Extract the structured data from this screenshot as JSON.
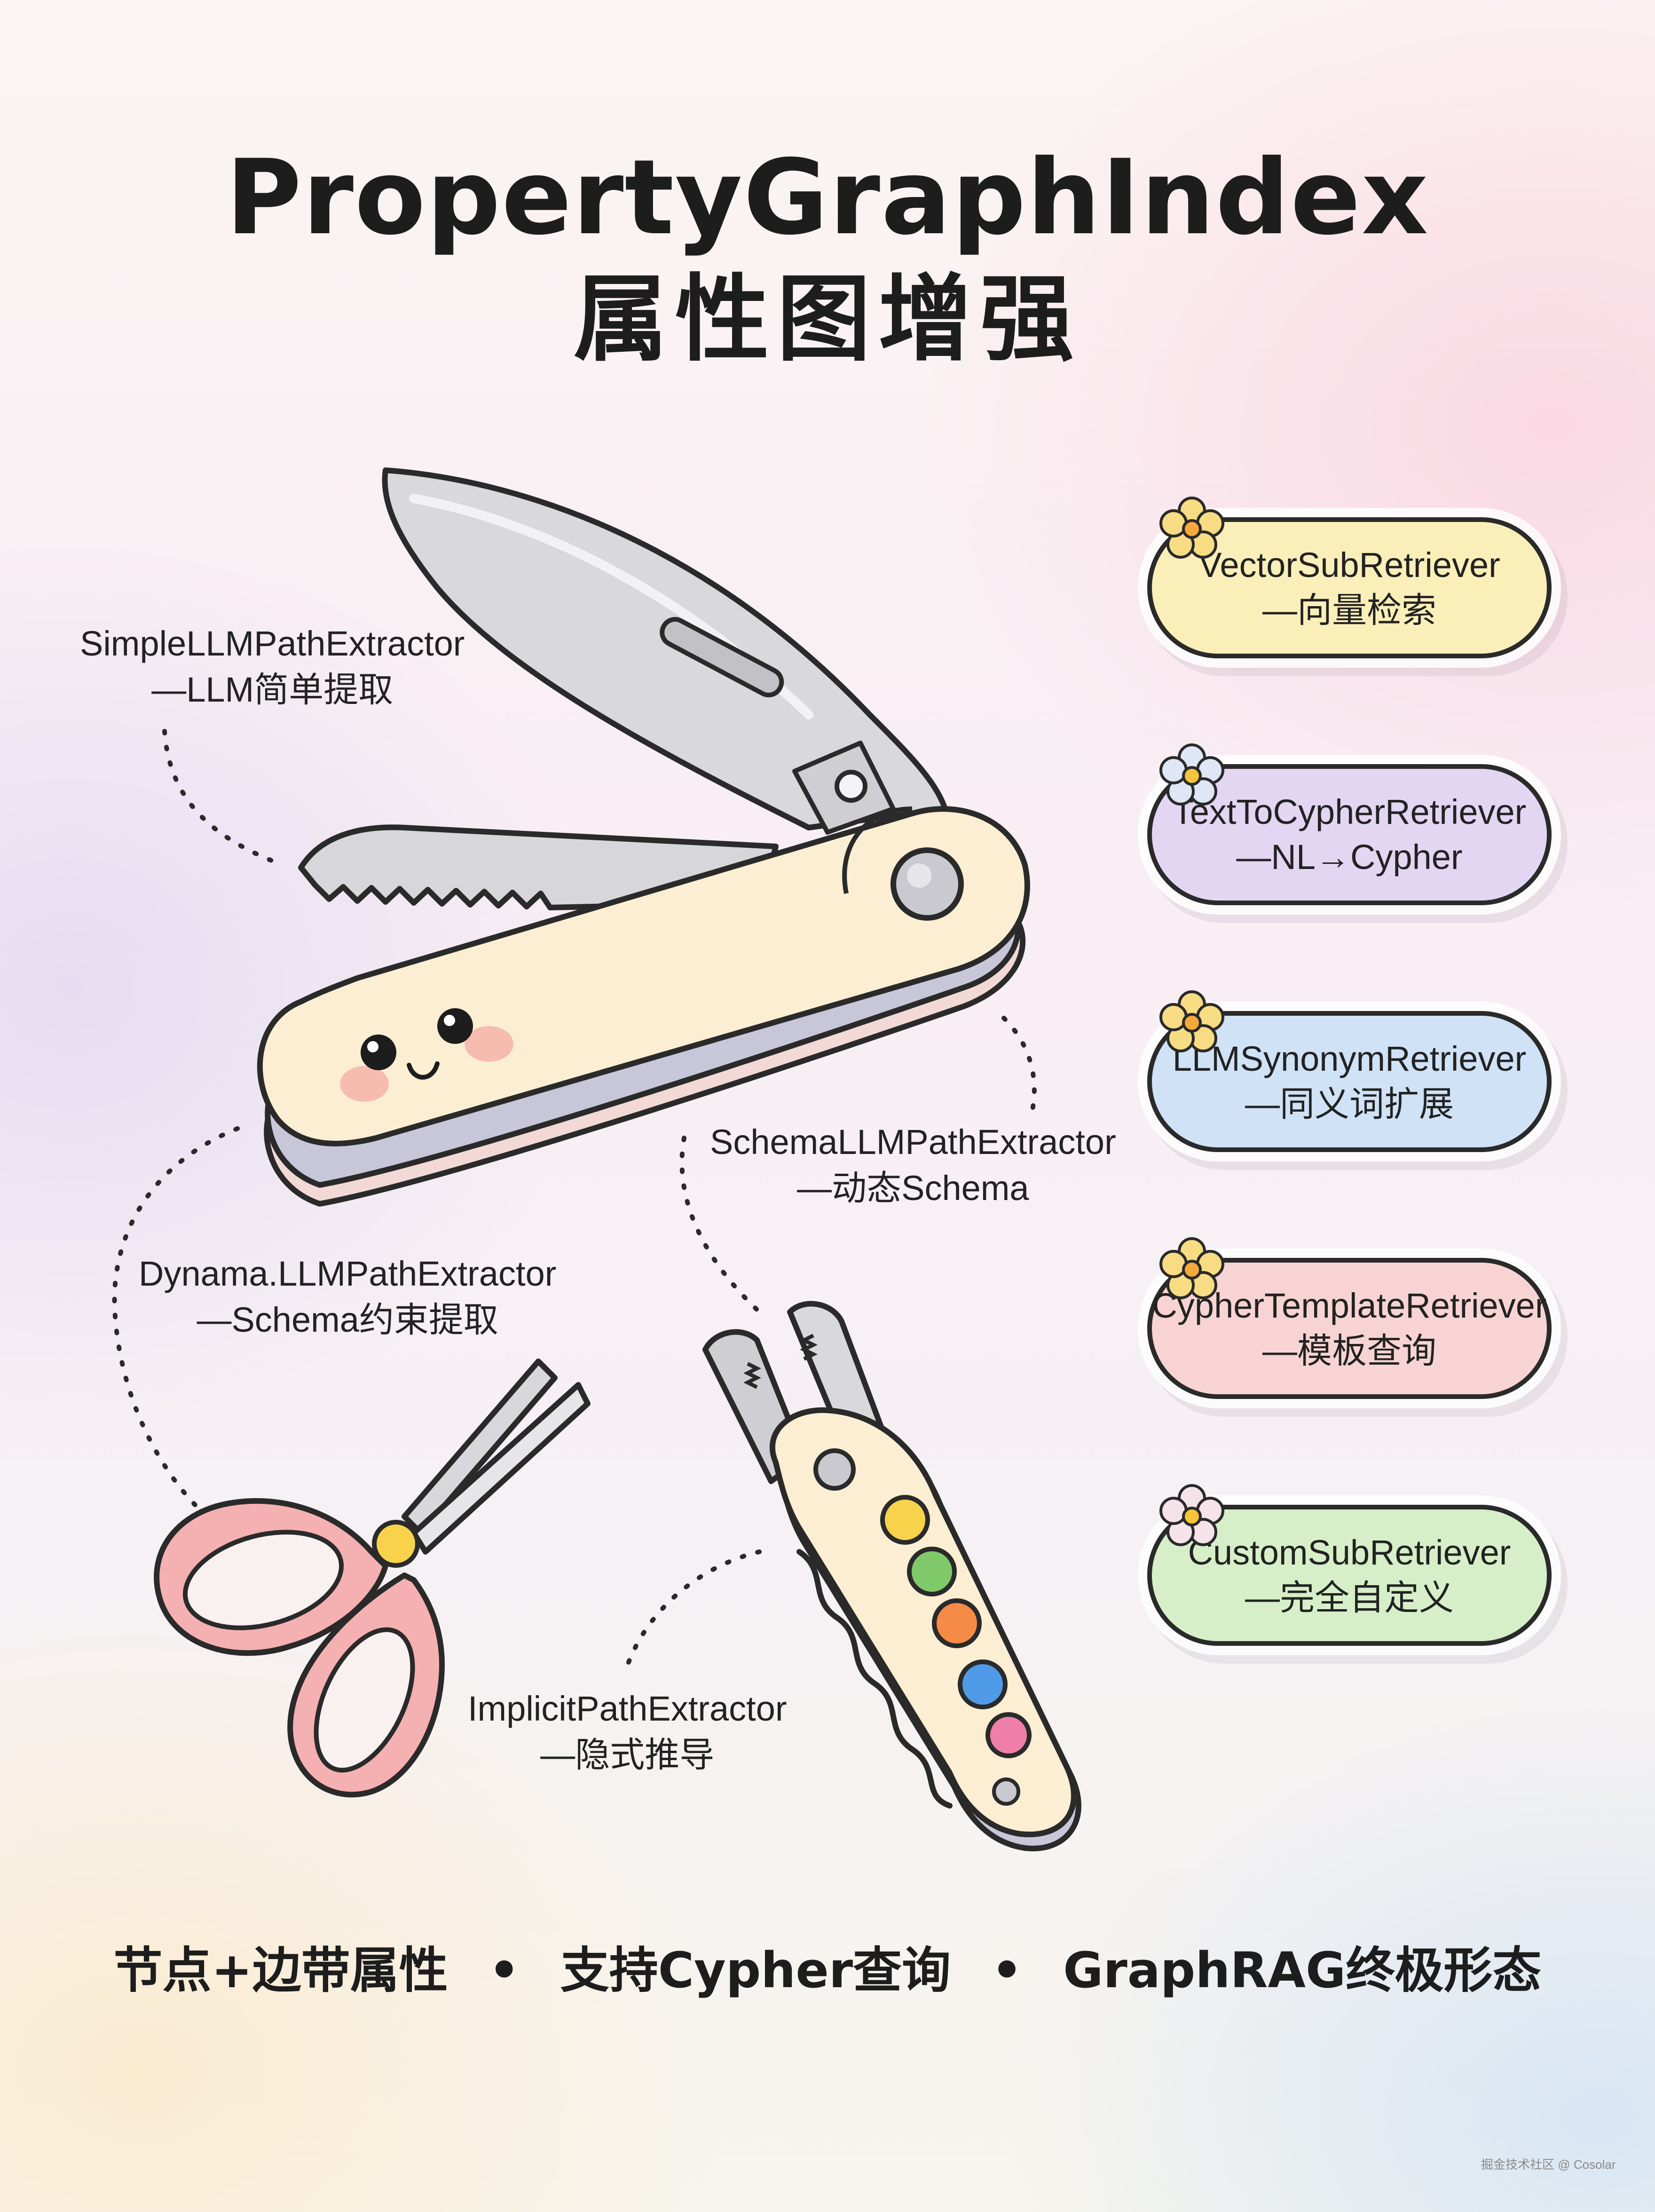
{
  "title": {
    "line1": "PropertyGraphIndex",
    "line2": "属性图增强"
  },
  "extractors": [
    {
      "name": "SimpleLLMPathExtractor",
      "desc": "—LLM简单提取"
    },
    {
      "name": "SchemaLLMPathExtractor",
      "desc": "—动态Schema"
    },
    {
      "name": "Dynama.LLMPathExtractor",
      "desc": "—Schema约束提取"
    },
    {
      "name": "ImplicitPathExtractor",
      "desc": "—隐式推导"
    }
  ],
  "retrievers": [
    {
      "name": "VectorSubRetriever",
      "desc": "—向量检索",
      "color": "#fbefb9"
    },
    {
      "name": "TextToCypherRetriever",
      "desc": "—NL→Cypher",
      "color": "#e3d6f3"
    },
    {
      "name": "LLMSynonymRetriever",
      "desc": "—同义词扩展",
      "color": "#cfe2f6"
    },
    {
      "name": "CypherTemplateRetriever",
      "desc": "—模板查询",
      "color": "#f7d4d3"
    },
    {
      "name": "CustomSubRetriever",
      "desc": "—完全自定义",
      "color": "#d6efc8"
    }
  ],
  "footer": {
    "part1": "节点+边带属性",
    "separator": "•",
    "part2": "支持Cypher查询",
    "part3": "GraphRAG终极形态"
  },
  "watermark": "掘金技术社区 @ Cosolar",
  "icons": [
    "pocket-knife-icon",
    "scissors-icon",
    "pliers-multitool-icon",
    "flower-icon"
  ]
}
